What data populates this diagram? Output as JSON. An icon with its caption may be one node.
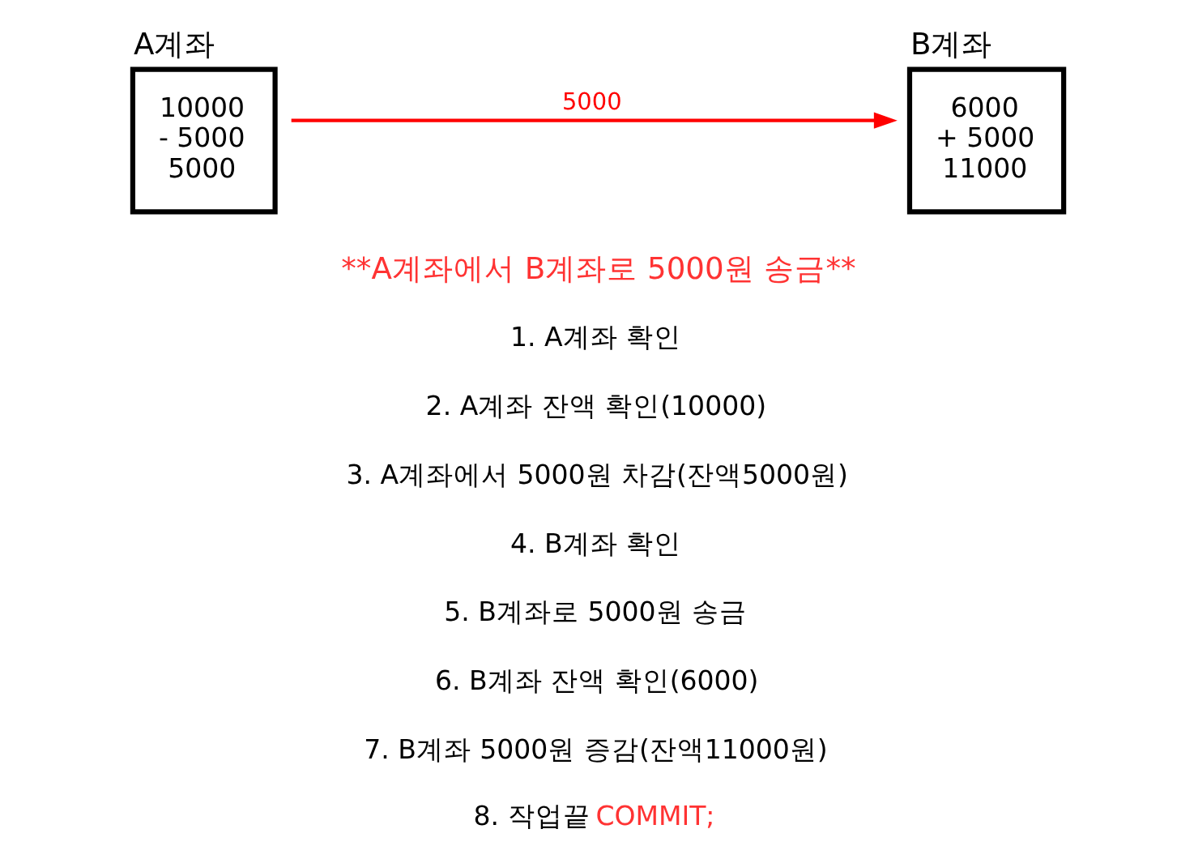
{
  "diagram": {
    "nodes": [
      {
        "text": [
          "A계좌",
          "10000",
          "- 5000",
          "5000"
        ]
      },
      {
        "text": [
          "B계좌",
          "6000",
          "+ 5000",
          "11000"
        ]
      }
    ],
    "edges": [
      {
        "from": 0,
        "to": 1,
        "arrow": "to",
        "label": "5000",
        "color": "#ff0000"
      }
    ],
    "labels": [
      "**A계좌에서 B계좌로 5000원 송금**",
      "1. A계좌 확인",
      "2. A계좌 잔액 확인(10000)",
      "3. A계좌에서 5000원 차감(잔액5000원)",
      "4. B계좌 확인",
      "5. B계좌로 5000원 송금",
      "6. B계좌 잔액 확인(6000)",
      "7. B계좌 5000원 증감(잔액11000원)",
      "8. 작업끝 COMMIT;"
    ]
  }
}
